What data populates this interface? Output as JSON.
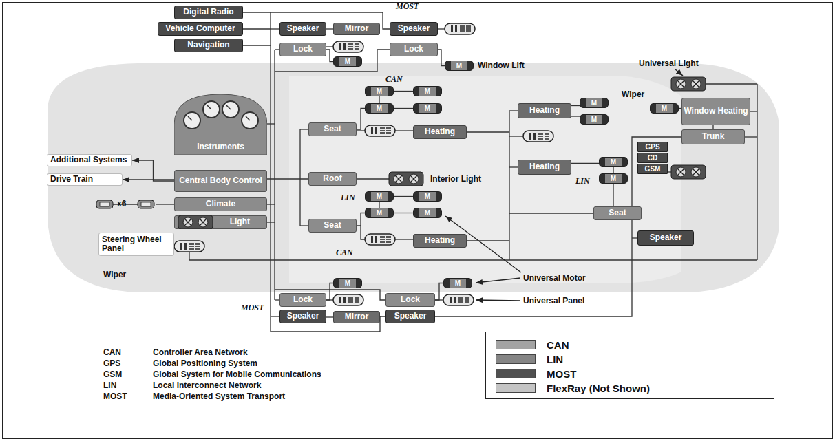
{
  "diagram": {
    "nodes": [
      {
        "text": [
          "Digital Radio"
        ]
      },
      {
        "text": [
          "Vehicle Computer"
        ]
      },
      {
        "text": [
          "Navigation"
        ]
      },
      {
        "text": [
          "Speaker"
        ]
      },
      {
        "text": [
          "Mirror"
        ]
      },
      {
        "text": [
          "Speaker"
        ]
      },
      {
        "text": [
          "Lock"
        ]
      },
      {
        "text": [
          "Lock"
        ]
      },
      {
        "text": [
          "M"
        ]
      },
      {
        "text": [
          "M"
        ]
      },
      {
        "text": [
          "Instruments"
        ]
      },
      {
        "text": [
          "M"
        ]
      },
      {
        "text": [
          "M"
        ]
      },
      {
        "text": [
          "M"
        ]
      },
      {
        "text": [
          "M"
        ]
      },
      {
        "text": [
          "Seat"
        ]
      },
      {
        "text": [
          "Heating"
        ]
      },
      {
        "text": [
          "Additional Systems"
        ]
      },
      {
        "text": [
          "Drive Train"
        ]
      },
      {
        "text": [
          "Central Body Control"
        ]
      },
      {
        "text": [
          "Roof"
        ]
      },
      {
        "text": [
          "Climate"
        ]
      },
      {
        "text": [
          "Light"
        ]
      },
      {
        "text": [
          "M"
        ]
      },
      {
        "text": [
          "M"
        ]
      },
      {
        "text": [
          "M"
        ]
      },
      {
        "text": [
          "M"
        ]
      },
      {
        "text": [
          "Seat"
        ]
      },
      {
        "text": [
          "Steering Wheel Panel"
        ]
      },
      {
        "text": [
          "Heating"
        ]
      },
      {
        "text": [
          "Heating"
        ]
      },
      {
        "text": [
          "M"
        ]
      },
      {
        "text": [
          "M"
        ]
      },
      {
        "text": [
          "Heating"
        ]
      },
      {
        "text": [
          "M"
        ]
      },
      {
        "text": [
          "M"
        ]
      },
      {
        "text": [
          "Seat"
        ]
      },
      {
        "text": [
          "M"
        ]
      },
      {
        "text": [
          "Window Heating"
        ]
      },
      {
        "text": [
          "Trunk"
        ]
      },
      {
        "text": [
          "GPS"
        ]
      },
      {
        "text": [
          "CD"
        ]
      },
      {
        "text": [
          "GSM"
        ]
      },
      {
        "text": [
          "Speaker"
        ]
      },
      {
        "text": [
          "M"
        ]
      },
      {
        "text": [
          "M"
        ]
      },
      {
        "text": [
          "Lock"
        ]
      },
      {
        "text": [
          "Lock"
        ]
      },
      {
        "text": [
          "Speaker"
        ]
      },
      {
        "text": [
          "Mirror"
        ]
      },
      {
        "text": [
          "Speaker"
        ]
      }
    ],
    "edges": [
      {
        "from": 3,
        "to": 4,
        "arrow": "none"
      },
      {
        "from": 6,
        "to": 8,
        "arrow": "none"
      },
      {
        "from": 7,
        "to": 9,
        "arrow": "none"
      },
      {
        "from": 15,
        "to": 13,
        "arrow": "none"
      },
      {
        "from": 13,
        "to": 11,
        "arrow": "none"
      },
      {
        "from": 11,
        "to": 12,
        "arrow": "none"
      },
      {
        "from": 13,
        "to": 14,
        "arrow": "none"
      },
      {
        "from": 19,
        "to": 17,
        "arrow": "to"
      },
      {
        "from": 19,
        "to": 18,
        "arrow": "to"
      },
      {
        "from": 27,
        "to": 25,
        "arrow": "none"
      },
      {
        "from": 25,
        "to": 23,
        "arrow": "none"
      },
      {
        "from": 23,
        "to": 24,
        "arrow": "none"
      },
      {
        "from": 25,
        "to": 26,
        "arrow": "none"
      },
      {
        "from": 30,
        "to": 31,
        "arrow": "none"
      },
      {
        "from": 30,
        "to": 32,
        "arrow": "none"
      },
      {
        "from": 33,
        "to": 34,
        "arrow": "none"
      },
      {
        "from": 34,
        "to": 35,
        "arrow": "none"
      },
      {
        "from": 35,
        "to": 36,
        "arrow": "none"
      },
      {
        "from": 37,
        "to": 38,
        "arrow": "none"
      },
      {
        "from": 38,
        "to": 39,
        "arrow": "none"
      },
      {
        "from": 46,
        "to": 44,
        "arrow": "none"
      },
      {
        "from": 47,
        "to": 45,
        "arrow": "none"
      },
      {
        "from": 48,
        "to": 49,
        "arrow": "none"
      }
    ],
    "labels": [
      "MOST",
      "Window Lift",
      "Universal Light",
      "CAN",
      "Wiper",
      "LIN",
      "LIN",
      "Interior Light",
      "x6",
      "CAN",
      "Wiper",
      "MOST",
      "Universal Motor",
      "Universal Panel",
      "CAN",
      "Controller Area Network",
      "GPS",
      "Global Positioning System",
      "GSM",
      "Global System for Mobile Communications",
      "LIN",
      "Local Interconnect Network",
      "MOST",
      "Media-Oriented System Transport"
    ],
    "legend": [
      {
        "text": "CAN",
        "color": "#a3a3a3"
      },
      {
        "text": "LIN",
        "color": "#858585"
      },
      {
        "text": "MOST",
        "color": "#505050"
      },
      {
        "text": "FlexRay (Not Shown)",
        "color": "#c4c4c4"
      }
    ]
  }
}
